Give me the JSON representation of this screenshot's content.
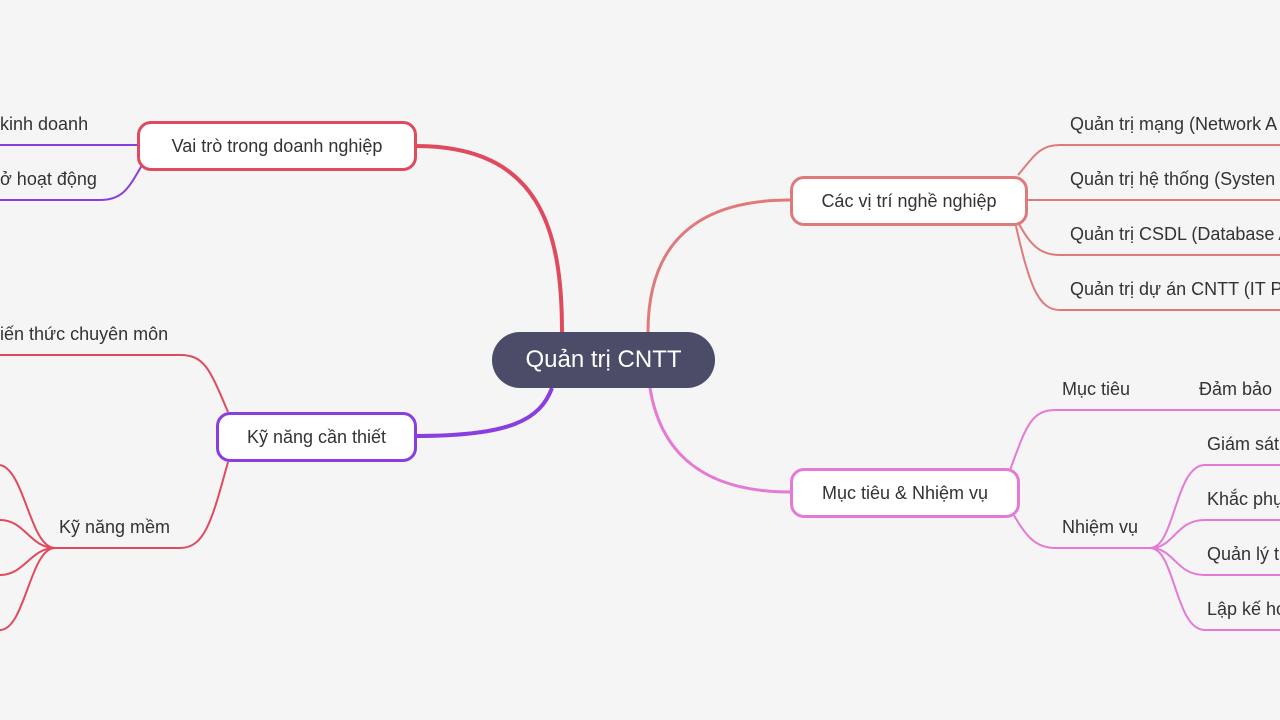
{
  "central": {
    "label": "Quản trị CNTT",
    "color": "#4a4c68"
  },
  "branches": {
    "roles": {
      "label": "Vai trò trong doanh nghiệp",
      "color": "#e04a5f",
      "children": [
        "kinh doanh",
        "ở hoạt động"
      ],
      "child_color": "#8a3ee0"
    },
    "positions": {
      "label": "Các vị trí nghề nghiệp",
      "color": "#e07a7a",
      "children": [
        "Quản trị mạng (Network A",
        "Quản trị hệ thống (Systen",
        "Quản trị CSDL (Database A",
        "Quản trị dự án CNTT (IT P"
      ]
    },
    "skills": {
      "label": "Kỹ năng cần thiết",
      "color": "#8a3ee0",
      "children": [
        "iến thức chuyên môn",
        "Kỹ năng mềm"
      ],
      "child_color": "#e04a5f"
    },
    "goals": {
      "label": "Mục tiêu & Nhiệm vụ",
      "color": "#e57ad6",
      "goal_label": "Mục tiêu",
      "goal_child": "Đảm bảo",
      "task_label": "Nhiệm vụ",
      "tasks": [
        "Giám sát",
        "Khắc phụ",
        "Quản lý t",
        "Lập kế ho"
      ]
    }
  }
}
